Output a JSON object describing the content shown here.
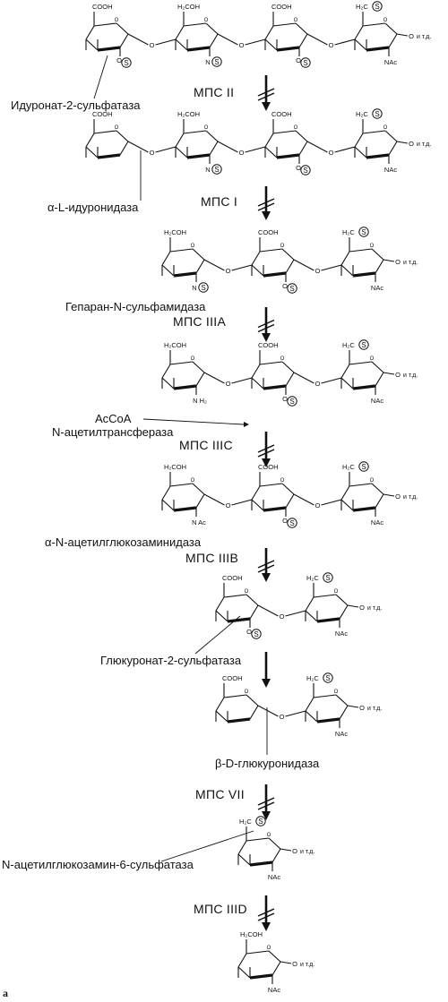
{
  "enzymes": {
    "iduronate_sulfatase": "Идуронат-2-сульфатаза",
    "iduronidase": "α-L-идуронидаза",
    "heparan_sulfamidase": "Гепаран-N-сульфамидаза",
    "acetyl_coa": "AcCoA",
    "acetyltransferase": "N-ацетилтрансфераза",
    "acetylglucosaminidase": "α-N-ацетилглюкозаминидаза",
    "glucuronate_sulfatase": "Глюкуронат-2-сульфатаза",
    "glucuronidase": "β-D-глюкуронидаза",
    "glucosamine_sulfatase": "N-ацетилглюкозамин-6-сульфатаза"
  },
  "diseases": {
    "mps_ii": "МПС II",
    "mps_i": "МПС I",
    "mps_iiia": "МПС IIIA",
    "mps_iiic": "МПС IIIC",
    "mps_iiib": "МПС IIIB",
    "mps_vii": "МПС VII",
    "mps_iiid": "МПС IIID"
  },
  "chem_labels": {
    "cooh": "COOH",
    "ch2oh": "H₂COH",
    "h2c": "H₂C",
    "sulfate": "S",
    "nac": "NAc",
    "n_ac": "N Ac",
    "nh2": "N H₂",
    "n": "N",
    "o": "O",
    "etc": "и т.д."
  },
  "figure_label": "a"
}
